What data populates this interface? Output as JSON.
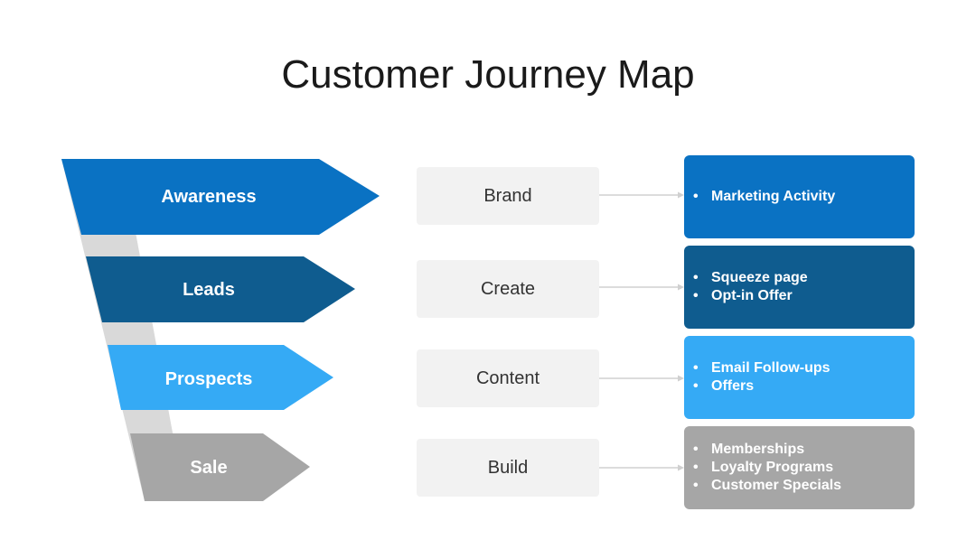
{
  "title": "Customer Journey Map",
  "colors": {
    "awareness": "#0a72c3",
    "leads": "#0f5c8f",
    "prospects": "#35aaf5",
    "sale": "#a6a6a6",
    "funnel_track": "#d9d9d9",
    "action_box": "#f2f2f2",
    "connector": "#d0d0d0"
  },
  "stages": [
    {
      "label": "Awareness",
      "action": "Brand",
      "details": [
        "Marketing Activity"
      ]
    },
    {
      "label": "Leads",
      "action": "Create",
      "details": [
        "Squeeze page",
        "Opt-in Offer"
      ]
    },
    {
      "label": "Prospects",
      "action": "Content",
      "details": [
        "Email Follow-ups",
        "Offers"
      ]
    },
    {
      "label": "Sale",
      "action": "Build",
      "details": [
        "Memberships",
        "Loyalty Programs",
        "Customer Specials"
      ]
    }
  ]
}
